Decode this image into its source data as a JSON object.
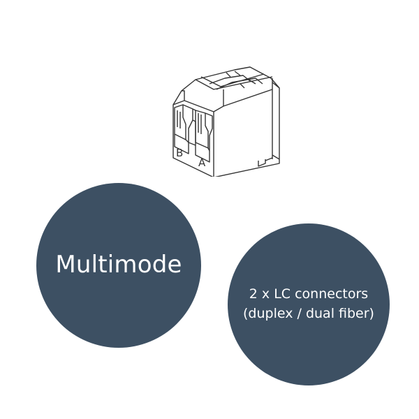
{
  "product_image": {
    "icon": "duplex-lc-connector-icon",
    "port_labels": [
      "B",
      "A"
    ]
  },
  "badges": {
    "mode": {
      "text": "Multimode"
    },
    "connectors": {
      "line1": "2 x LC connectors",
      "line2": "(duplex / dual fiber)"
    }
  },
  "colors": {
    "badge_fill": "#3d5063",
    "badge_text": "#ffffff",
    "line_art": "#333333"
  }
}
